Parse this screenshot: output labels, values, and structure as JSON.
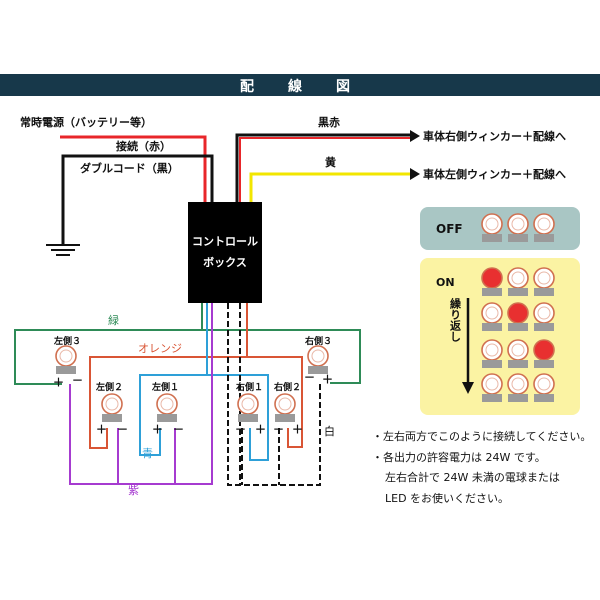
{
  "title": "配　線　図",
  "labels": {
    "constant_power": "常時電源（バッテリー等）",
    "connect_red": "接続（赤）",
    "double_cord": "ダブルコード（黒）",
    "black_red": "黒赤",
    "right_winker": "車体右側ウィンカー＋配線へ",
    "yellow": "黄",
    "left_winker": "車体左側ウィンカー＋配線へ",
    "control_box_line1": "コントロール",
    "control_box_line2": "ボックス",
    "green": "緑",
    "orange": "オレンジ",
    "blue": "青",
    "purple": "紫",
    "white": "白"
  },
  "bulbs": {
    "left3": "左側３",
    "left2": "左側２",
    "left1": "左側１",
    "right1": "右側１",
    "right2": "右側２",
    "right3": "右側３"
  },
  "polarity": {
    "plus": "＋",
    "minus": "－"
  },
  "panel": {
    "off_label": "OFF",
    "on_label": "ON",
    "repeat_label": "繰り返し"
  },
  "notes": {
    "note1": "・左右両方でこのように接続してください。",
    "note2": "・各出力の許容電力は 24W です。",
    "note3": "左右合計で 24W 未満の電球または",
    "note4": "LED をお使いください。"
  },
  "colors": {
    "title_bar": "#17384a",
    "red_wire": "#e8262a",
    "black_wire": "#111111",
    "yellow_wire": "#f2e600",
    "green_wire": "#2e8b57",
    "orange_wire": "#d95535",
    "blue_wire": "#2ea0d8",
    "purple_wire": "#a63bd0",
    "off_panel": "#a9c6c4",
    "on_panel": "#fbf3a3",
    "lit_bulb": "#e83030"
  }
}
